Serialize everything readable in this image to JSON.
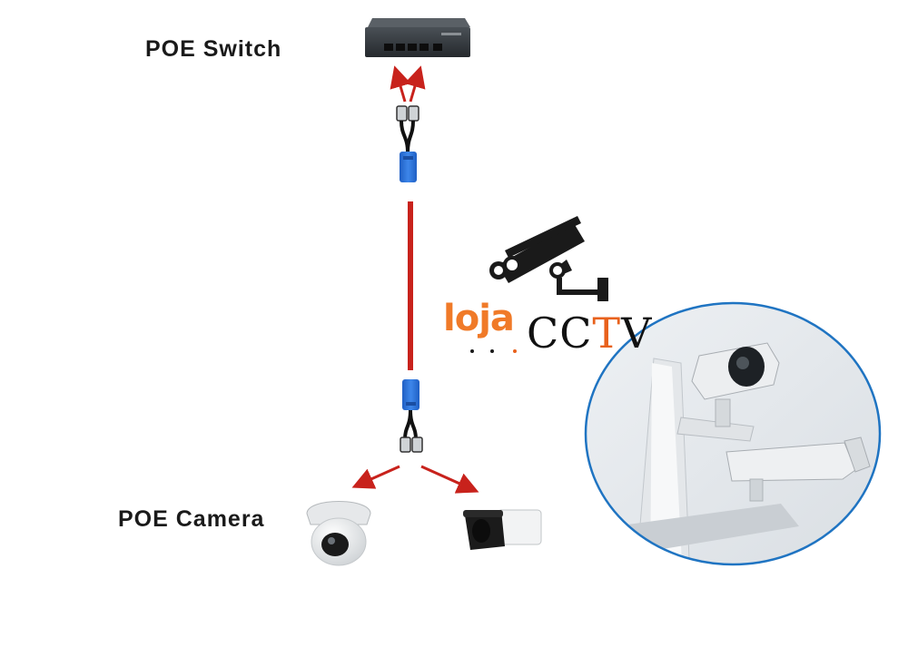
{
  "labels": {
    "switch": "POE Switch",
    "camera": "POE Camera"
  },
  "logo": {
    "text_loja": "loja",
    "text_cctv_prefix": "CC",
    "text_cctv_t": "T",
    "text_cctv_suffix": "V",
    "color_loja": "#f07a28",
    "color_cctv": "#111111",
    "color_cctv_t": "#e8611c"
  },
  "colors": {
    "arrow": "#c8221c",
    "cable": "#c8221c",
    "splitter": "#2a6fd4",
    "circle_border": "#1f74c2"
  },
  "icons": [
    "poe-switch-icon",
    "poe-splitter-icon",
    "camera-logo-icon",
    "dome-camera-icon",
    "bullet-camera-icon",
    "cctv-photo-icon"
  ]
}
